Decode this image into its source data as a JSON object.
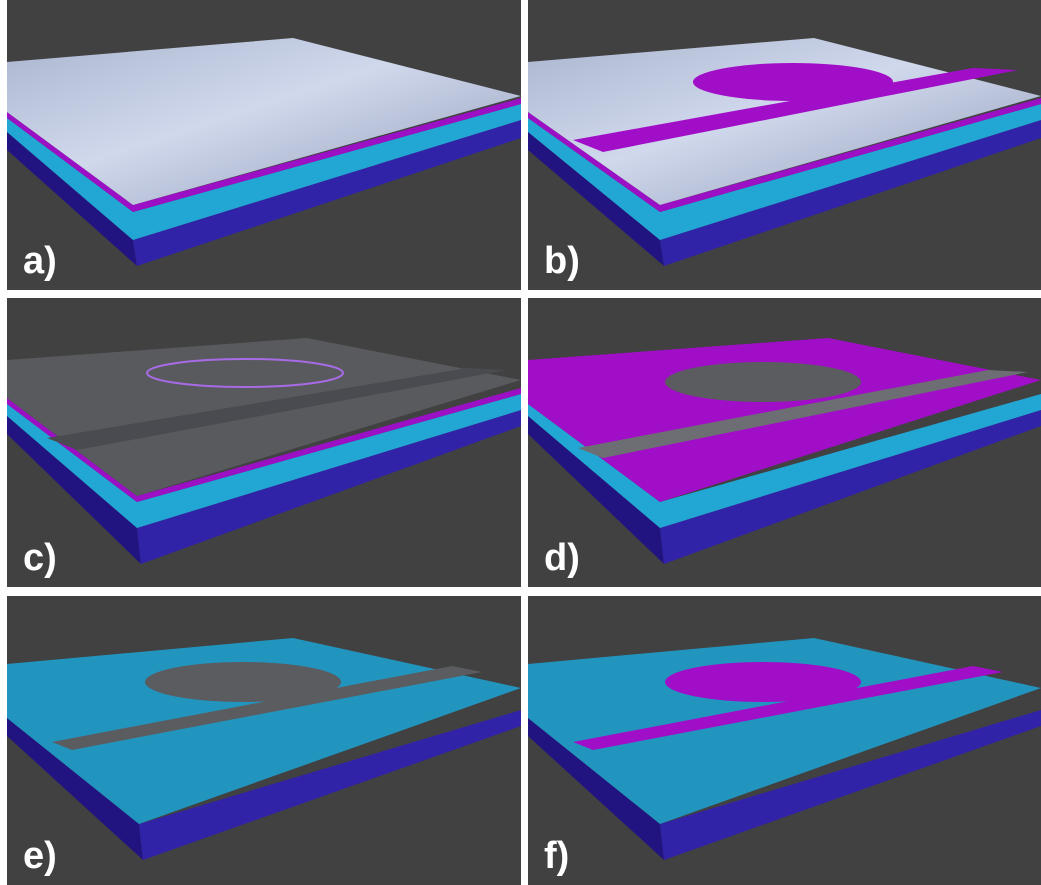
{
  "panels": [
    {
      "label": "a)",
      "top_layer": "silver",
      "hole": "none",
      "slot": "none"
    },
    {
      "label": "b)",
      "top_layer": "silver",
      "hole": "magenta",
      "slot": "magenta"
    },
    {
      "label": "c)",
      "top_layer": "gray",
      "hole": "outline",
      "slot": "gray"
    },
    {
      "label": "d)",
      "top_layer": "magenta",
      "hole": "gray",
      "slot": "gray"
    },
    {
      "label": "e)",
      "top_layer": "cyan",
      "hole": "gray",
      "slot": "gray"
    },
    {
      "label": "f)",
      "top_layer": "cyan",
      "hole": "magenta",
      "slot": "magenta"
    }
  ],
  "colors": {
    "background": "#414141",
    "substrate": "#2a1a9a",
    "cyan_layer": "#25a9d6",
    "magenta": "#a10ec7",
    "silver": "#c3cde3",
    "gray": "#5b5c60"
  }
}
